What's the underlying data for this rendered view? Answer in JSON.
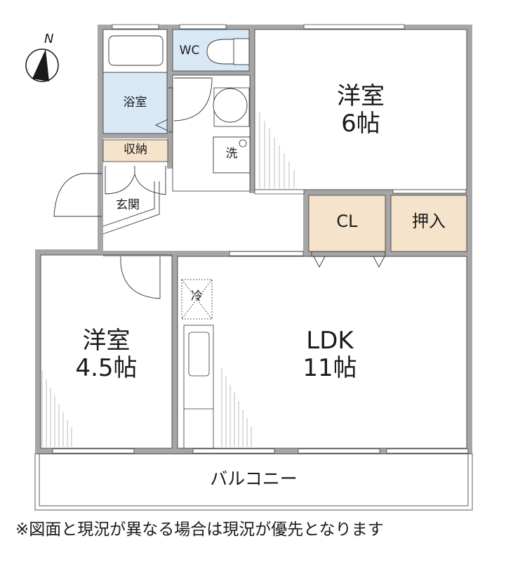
{
  "floor_plan": {
    "compass": {
      "label": "N",
      "icon": "north-arrow-icon"
    },
    "rooms": {
      "western_room_6": {
        "name": "洋室",
        "size": "6帖"
      },
      "western_room_45": {
        "name": "洋室",
        "size": "4.5帖"
      },
      "ldk": {
        "name": "LDK",
        "size": "11帖"
      },
      "bathroom": {
        "name": "浴室"
      },
      "toilet": {
        "name": "WC"
      },
      "storage": {
        "name": "収納"
      },
      "entrance": {
        "name": "玄関"
      },
      "closet": {
        "name": "CL"
      },
      "oshiire": {
        "name": "押入"
      },
      "balcony": {
        "name": "バルコニー"
      },
      "washer": {
        "name": "洗"
      },
      "fridge": {
        "name": "冷"
      }
    },
    "colors": {
      "wall": "#a6a6a6",
      "wet_area": "#d9e8f5",
      "storage": "#f5e3cc",
      "line": "#333333"
    },
    "disclaimer": "※図面と現況が異なる場合は現況が優先となります"
  }
}
